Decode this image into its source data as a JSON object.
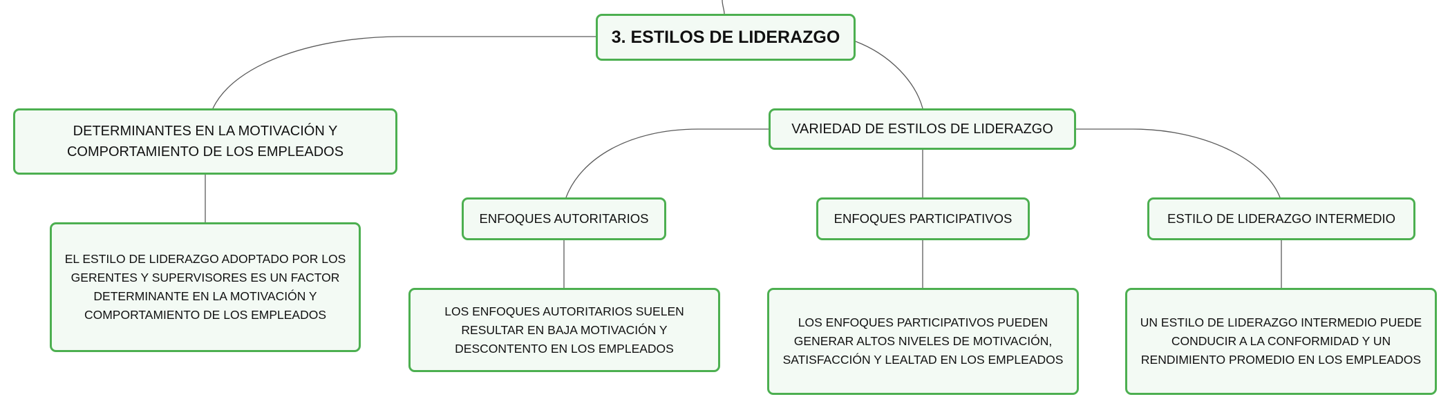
{
  "diagram": {
    "root": "3. ESTILOS DE LIDERAZGO",
    "branches": [
      {
        "label": "DETERMINANTES EN LA MOTIVACIÓN Y COMPORTAMIENTO DE LOS EMPLEADOS",
        "detail": "EL ESTILO DE LIDERAZGO ADOPTADO POR LOS GERENTES Y SUPERVISORES ES UN FACTOR DETERMINANTE EN LA MOTIVACIÓN Y COMPORTAMIENTO DE LOS EMPLEADOS"
      },
      {
        "label": "VARIEDAD DE ESTILOS DE LIDERAZGO",
        "children": [
          {
            "label": "ENFOQUES AUTORITARIOS",
            "detail": "LOS ENFOQUES AUTORITARIOS SUELEN RESULTAR EN BAJA MOTIVACIÓN Y DESCONTENTO EN LOS EMPLEADOS"
          },
          {
            "label": "ENFOQUES PARTICIPATIVOS",
            "detail": "LOS ENFOQUES PARTICIPATIVOS PUEDEN GENERAR ALTOS NIVELES DE MOTIVACIÓN, SATISFACCIÓN Y LEALTAD EN LOS EMPLEADOS"
          },
          {
            "label": "ESTILO DE LIDERAZGO INTERMEDIO",
            "detail": "UN ESTILO DE LIDERAZGO INTERMEDIO PUEDE CONDUCIR A LA CONFORMIDAD Y UN RENDIMIENTO PROMEDIO EN LOS EMPLEADOS"
          }
        ]
      }
    ]
  },
  "colors": {
    "node_border": "#4caf50",
    "node_fill": "#f3faf4",
    "connector": "#5a5a5a"
  }
}
